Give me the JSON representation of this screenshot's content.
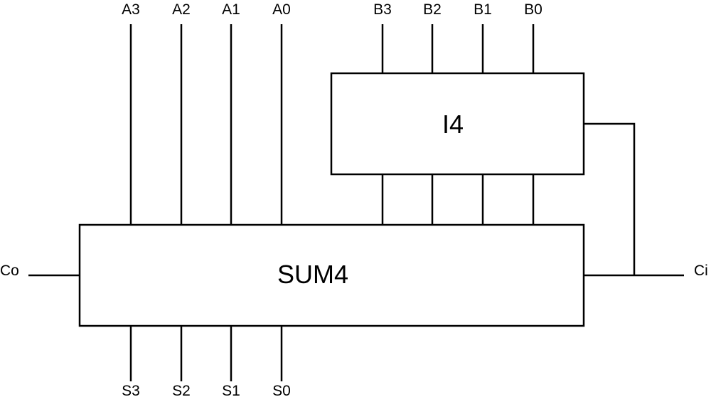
{
  "blocks": {
    "sum4": {
      "label": "SUM4"
    },
    "i4": {
      "label": "I4"
    }
  },
  "inputs_a": [
    "A3",
    "A2",
    "A1",
    "A0"
  ],
  "inputs_b": [
    "B3",
    "B2",
    "B1",
    "B0"
  ],
  "outputs_s": [
    "S3",
    "S2",
    "S1",
    "S0"
  ],
  "carry_out": "Co",
  "carry_in": "Ci",
  "colors": {
    "stroke": "#000000",
    "background": "#ffffff"
  }
}
